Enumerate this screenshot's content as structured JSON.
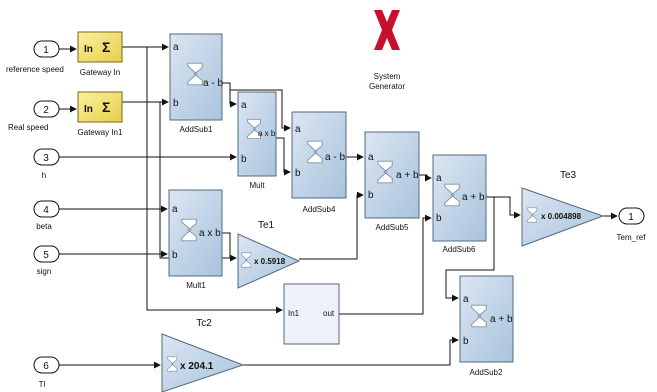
{
  "logo": {
    "line1": "System",
    "line2": "Generator",
    "color": "#c8102e",
    "icon": "xilinx-sigma-logo"
  },
  "inports": [
    {
      "num": "1",
      "label": "reference speed"
    },
    {
      "num": "2",
      "label": "Real speed"
    },
    {
      "num": "3",
      "label": "h"
    },
    {
      "num": "4",
      "label": "beta"
    },
    {
      "num": "5",
      "label": "sign"
    },
    {
      "num": "6",
      "label": "Tl"
    }
  ],
  "outports": [
    {
      "num": "1",
      "label": "Tem_ref"
    }
  ],
  "gateways": [
    {
      "label": "Gateway In",
      "text": "In"
    },
    {
      "label": "Gateway In1",
      "text": "In"
    }
  ],
  "blocks": {
    "addsub1": {
      "label": "AddSub1",
      "op": "a - b",
      "a": "a",
      "b": "b"
    },
    "mult": {
      "label": "Mult",
      "op": "a x b",
      "a": "a",
      "b": "b"
    },
    "addsub4": {
      "label": "AddSub4",
      "op": "a - b",
      "a": "a",
      "b": "b"
    },
    "addsub5": {
      "label": "AddSub5",
      "op": "a + b",
      "a": "a",
      "b": "b"
    },
    "addsub6": {
      "label": "AddSub6",
      "op": "a + b",
      "a": "a",
      "b": "b"
    },
    "mult1": {
      "label": "Mult1",
      "op": "a x b",
      "a": "a",
      "b": "b"
    },
    "addsub2": {
      "label": "AddSub2",
      "op": "a + b",
      "a": "a",
      "b": "b"
    }
  },
  "gains": {
    "te1": {
      "label": "Te1",
      "value": "x 0.5918"
    },
    "te3": {
      "label": "Te3",
      "value": "x 0.004898"
    },
    "tc2": {
      "label": "Tc2",
      "value": "x 204.1"
    }
  },
  "subsystem": {
    "in": "In1",
    "out": "out"
  },
  "colors": {
    "block_fill": "#c5d7ea",
    "gateway_fill": "#f2e27a",
    "sigma": "#e8a000"
  }
}
